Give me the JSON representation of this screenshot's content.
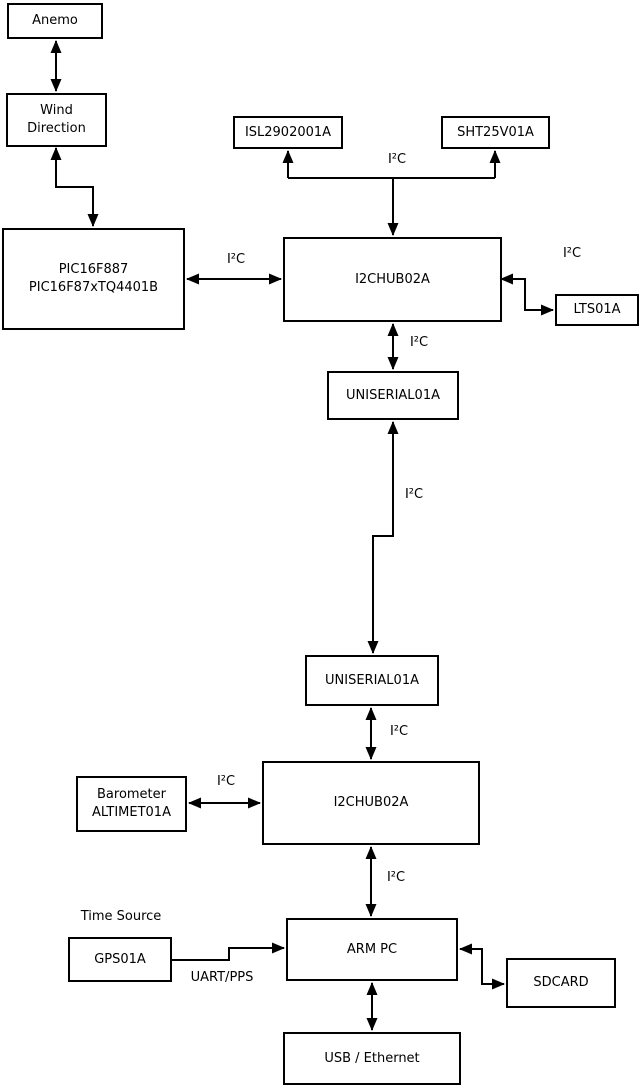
{
  "boxes": {
    "anemo": {
      "label": "Anemo"
    },
    "wind_direction": {
      "label": "Wind\nDirection"
    },
    "pic": {
      "label": "PIC16F887\nPIC16F87xTQ4401B"
    },
    "isl": {
      "label": "ISL2902001A"
    },
    "sht": {
      "label": "SHT25V01A"
    },
    "i2chub_1": {
      "label": "I2CHUB02A"
    },
    "lts": {
      "label": "LTS01A"
    },
    "uniserial_1": {
      "label": "UNISERIAL01A"
    },
    "uniserial_2": {
      "label": "UNISERIAL01A"
    },
    "i2chub_2": {
      "label": "I2CHUB02A"
    },
    "barometer": {
      "label": "Barometer\nALTIMET01A"
    },
    "gps": {
      "label": "GPS01A"
    },
    "arm_pc": {
      "label": "ARM PC"
    },
    "sdcard": {
      "label": "SDCARD"
    },
    "usb_ethernet": {
      "label": "USB / Ethernet"
    }
  },
  "edge_labels": {
    "i2c": "I²C",
    "uart_pps": "UART/PPS"
  },
  "annotations": {
    "time_source": "Time Source"
  },
  "connections": [
    {
      "from": "Anemo",
      "to": "Wind Direction",
      "label": "",
      "bidirectional": true
    },
    {
      "from": "Wind Direction",
      "to": "PIC16F887 PIC16F87xTQ4401B",
      "label": "",
      "bidirectional": true
    },
    {
      "from": "I2CHUB02A (top)",
      "to": "ISL2902001A",
      "label": "I²C",
      "bidirectional": true
    },
    {
      "from": "I2CHUB02A (top)",
      "to": "SHT25V01A",
      "label": "I²C",
      "bidirectional": true
    },
    {
      "from": "PIC16F887 PIC16F87xTQ4401B",
      "to": "I2CHUB02A (top)",
      "label": "I²C",
      "bidirectional": true
    },
    {
      "from": "I2CHUB02A (top)",
      "to": "LTS01A",
      "label": "I²C",
      "bidirectional": true
    },
    {
      "from": "I2CHUB02A (top)",
      "to": "UNISERIAL01A (top)",
      "label": "I²C",
      "bidirectional": true
    },
    {
      "from": "UNISERIAL01A (top)",
      "to": "UNISERIAL01A (bottom)",
      "label": "I²C",
      "bidirectional": true
    },
    {
      "from": "UNISERIAL01A (bottom)",
      "to": "I2CHUB02A (bottom)",
      "label": "I²C",
      "bidirectional": true
    },
    {
      "from": "Barometer ALTIMET01A",
      "to": "I2CHUB02A (bottom)",
      "label": "I²C",
      "bidirectional": true
    },
    {
      "from": "I2CHUB02A (bottom)",
      "to": "ARM PC",
      "label": "I²C",
      "bidirectional": true
    },
    {
      "from": "GPS01A",
      "to": "ARM PC",
      "label": "UART/PPS",
      "bidirectional": false
    },
    {
      "from": "ARM PC",
      "to": "SDCARD",
      "label": "",
      "bidirectional": true
    },
    {
      "from": "ARM PC",
      "to": "USB / Ethernet",
      "label": "",
      "bidirectional": true
    }
  ],
  "colors": {
    "line": "#000000",
    "box_border": "#000000",
    "box_fill": "#ffffff",
    "background": "#ffffff",
    "text": "#000000"
  }
}
